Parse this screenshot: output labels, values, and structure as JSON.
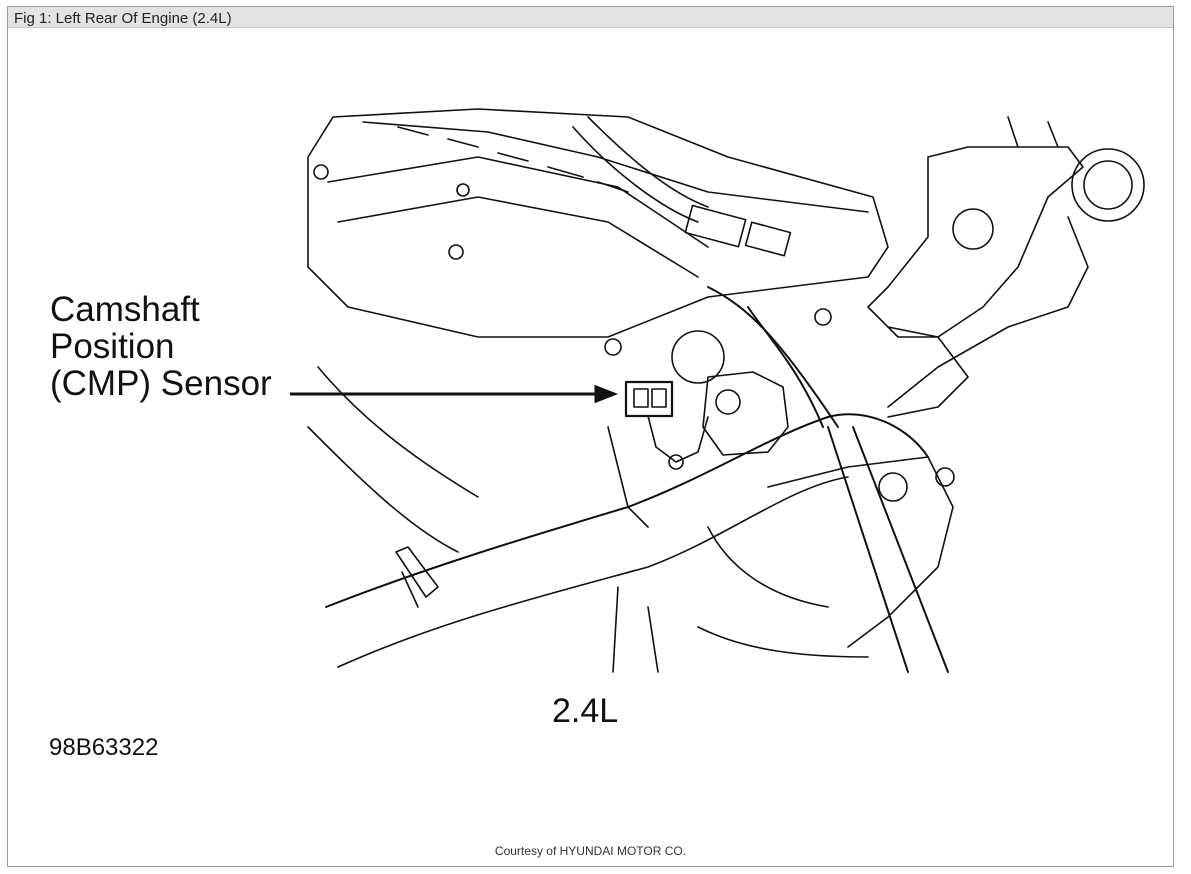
{
  "window": {
    "title": "Fig 1: Left Rear Of Engine (2.4L)"
  },
  "figure": {
    "callout_lines": [
      "Camshaft",
      "Position",
      "(CMP) Sensor"
    ],
    "caption": "2.4L",
    "figure_id": "98B63322",
    "credit": "Courtesy of HYUNDAI MOTOR CO."
  }
}
